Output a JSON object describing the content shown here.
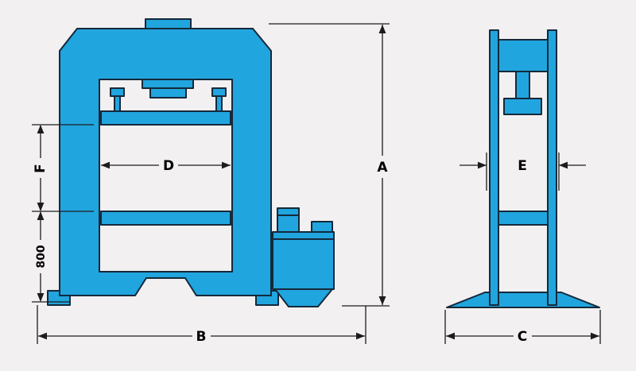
{
  "diagram": {
    "background": "#f2f0f1",
    "colors": {
      "press_fill": "#21a5de",
      "press_outline": "#15293b",
      "dimension_line": "#1c1c1c",
      "label_text": "#000000"
    },
    "labels": {
      "A": "A",
      "B": "B",
      "C": "C",
      "D": "D",
      "E": "E",
      "F": "F",
      "dim_800": "800"
    }
  }
}
